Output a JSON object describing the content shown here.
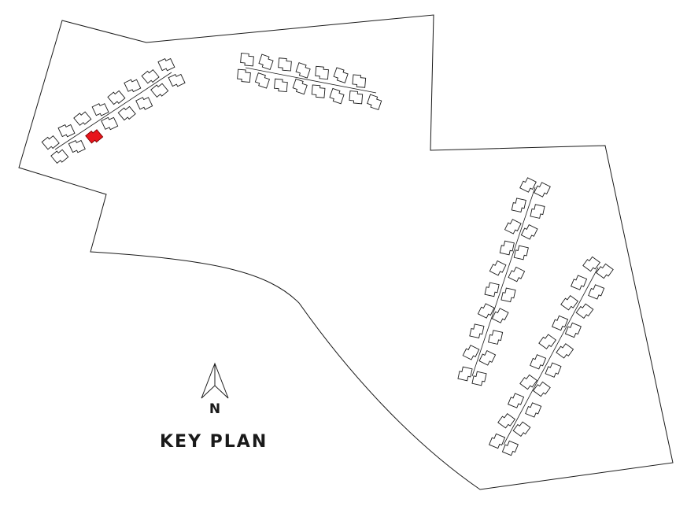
{
  "diagram": {
    "title": "KEY PLAN",
    "north_label": "N",
    "highlight_color": "#e8141b",
    "line_color": "#1a1a1a",
    "background_color": "#ffffff",
    "clusters": [
      {
        "name": "northwest-cluster",
        "unit_count": 16,
        "highlighted_units": 1
      },
      {
        "name": "north-cluster",
        "unit_count": 15,
        "highlighted_units": 0
      },
      {
        "name": "east-cluster-inner",
        "unit_count": 20,
        "highlighted_units": 0
      },
      {
        "name": "east-cluster-outer",
        "unit_count": 20,
        "highlighted_units": 0
      }
    ]
  }
}
